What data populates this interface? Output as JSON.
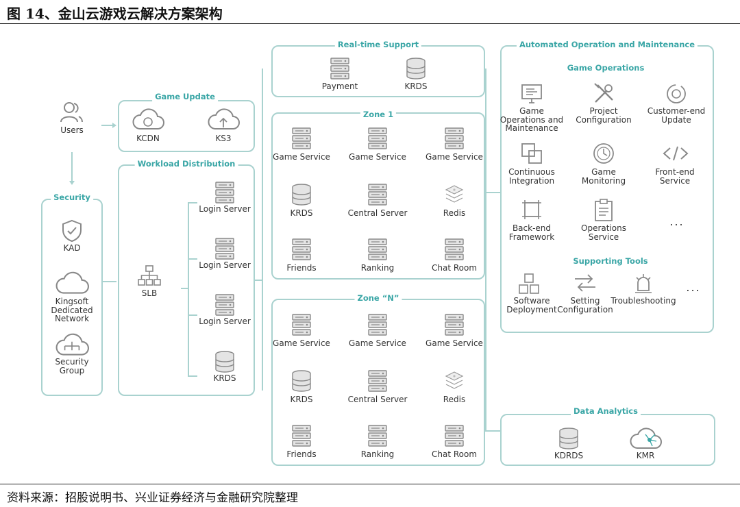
{
  "figure": {
    "title": "图 14、金山云游戏云解决方案架构",
    "source": "资料来源：招股说明书、兴业证券经济与金融研究院整理"
  },
  "users": {
    "label": "Users"
  },
  "security": {
    "heading": "Security",
    "kad": "KAD",
    "network": "Kingsoft\nDedicated\nNetwork",
    "group": "Security\nGroup"
  },
  "game_update": {
    "heading": "Game Update",
    "kcdn": "KCDN",
    "ks3": "KS3"
  },
  "workload": {
    "heading": "Workload Distribution",
    "slb": "SLB",
    "login1": "Login Server",
    "login2": "Login Server",
    "login3": "Login Server",
    "krds": "KRDS"
  },
  "realtime": {
    "heading": "Real-time Support",
    "payment": "Payment",
    "krds": "KRDS"
  },
  "zone1": {
    "heading": "Zone 1",
    "items": [
      "Game Service",
      "Game Service",
      "Game Service",
      "KRDS",
      "Central Server",
      "Redis",
      "Friends",
      "Ranking",
      "Chat Room"
    ]
  },
  "zoneN": {
    "heading": "Zone “N”",
    "items": [
      "Game Service",
      "Game Service",
      "Game Service",
      "KRDS",
      "Central Server",
      "Redis",
      "Friends",
      "Ranking",
      "Chat Room"
    ]
  },
  "ops": {
    "heading": "Automated Operation and Maintenance",
    "game_ops_heading": "Game Operations",
    "game_ops": [
      "Game\nOperations and\nMaintenance",
      "Project\nConfiguration",
      "Customer-end\nUpdate",
      "Continuous\nIntegration",
      "Game\nMonitoring",
      "Front-end\nService",
      "Back-end\nFramework",
      "Operations\nService",
      "..."
    ],
    "tools_heading": "Supporting Tools",
    "tools": [
      "Software\nDeployment",
      "Setting\nConfiguration",
      "Troubleshooting",
      "..."
    ]
  },
  "analytics": {
    "heading": "Data Analytics",
    "kdrds": "KDRDS",
    "kmr": "KMR"
  },
  "colors": {
    "accent": "#3aa6a6",
    "border": "#a9d2cf",
    "icon": "#8a8a8a"
  }
}
